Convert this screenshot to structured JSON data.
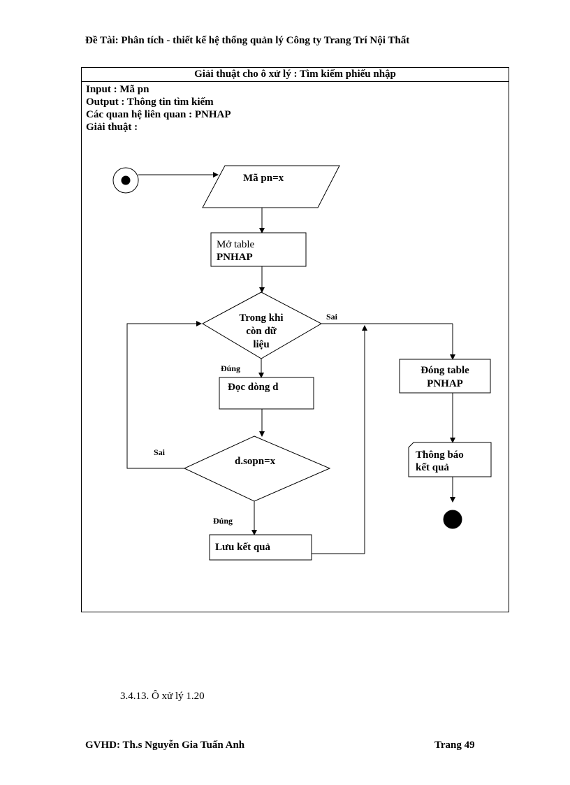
{
  "header": {
    "title": "Đề Tài: Phân tích - thiết kế hệ thống quản lý Công ty Trang Trí Nội Thất"
  },
  "algorithm": {
    "title": "Giải thuật cho ô xử lý : Tìm kiếm phiếu nhập",
    "input": "Input : Mã pn",
    "output": "Output : Thông tin tìm kiếm",
    "relations": "Các quan hệ liên quan : PNHAP",
    "algorithm_label": "Giải thuật :"
  },
  "flowchart": {
    "input_shape": "Mã pn=x",
    "open_table": [
      "Mở table",
      "PNHAP"
    ],
    "loop_condition": [
      "Trong khi",
      "còn dữ",
      "liệu"
    ],
    "read_row": "Đọc dòng d",
    "compare": "d.sopn=x",
    "save_result": "Lưu kết quả",
    "close_table": [
      "Đóng table",
      "PNHAP"
    ],
    "notify": [
      "Thông báo",
      "kết quả"
    ],
    "label_false_1": "Sai",
    "label_true_1": "Đúng",
    "label_false_2": "Sai",
    "label_true_2": "Đúng"
  },
  "caption": "3.4.13. Ô xử lý 1.20",
  "footer": {
    "instructor": "GVHD: Th.s Nguyễn Gia Tuấn Anh",
    "page": "Trang 49"
  }
}
